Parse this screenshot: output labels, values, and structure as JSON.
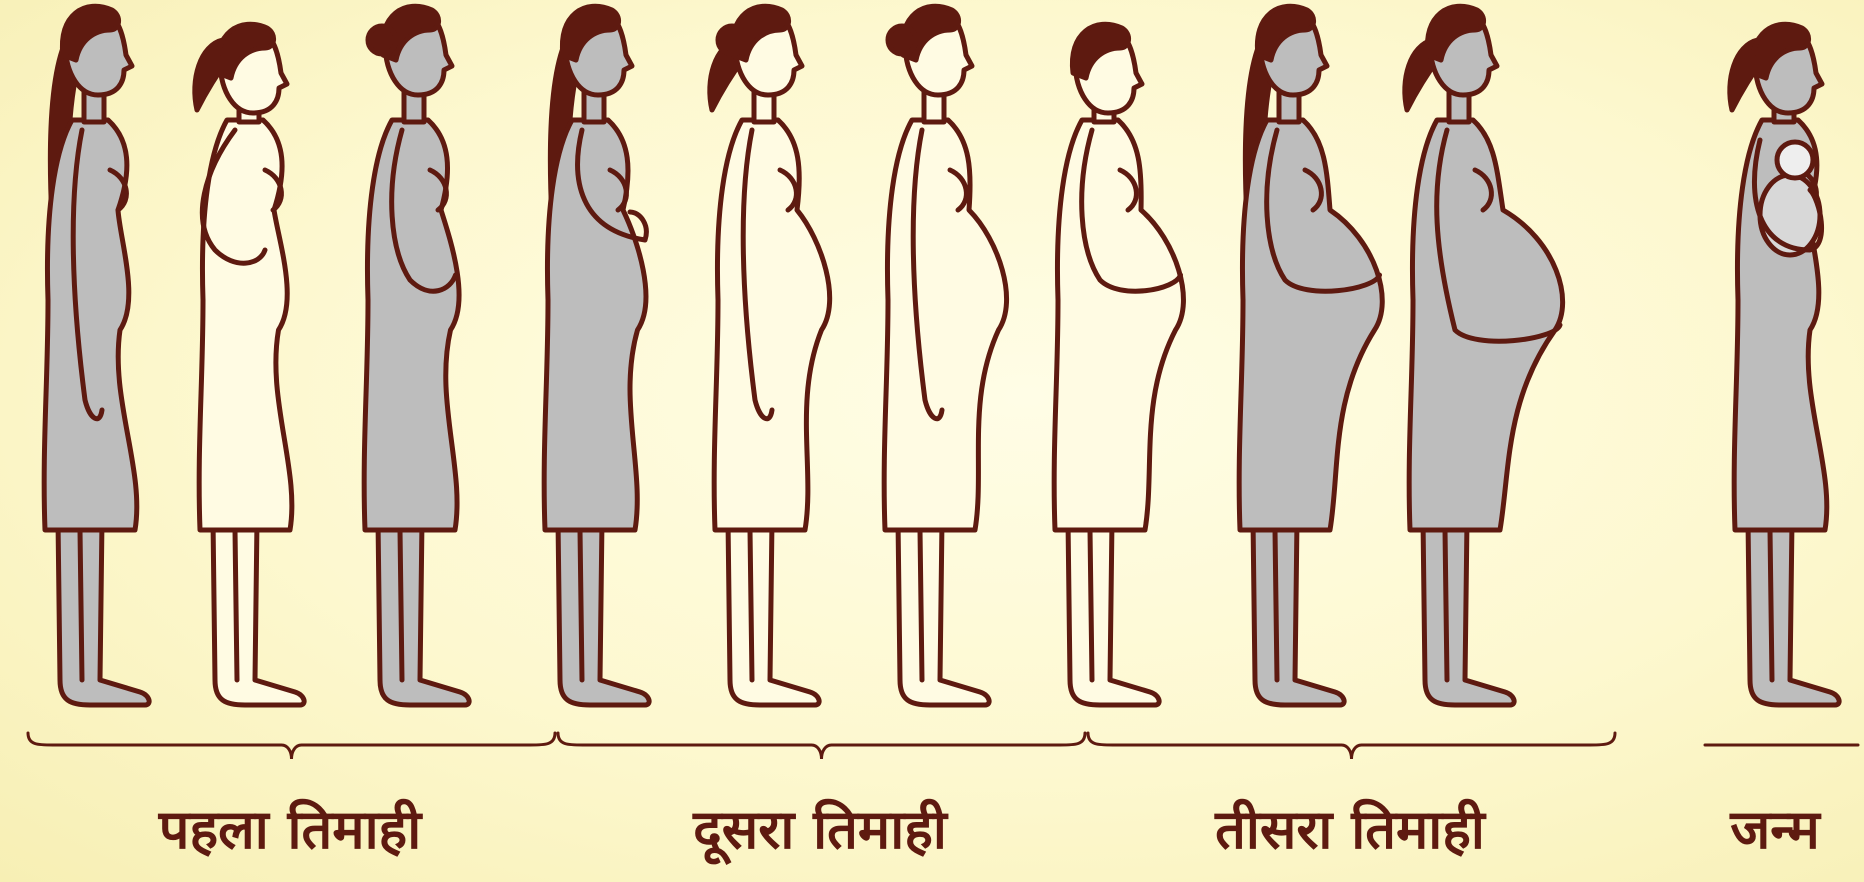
{
  "stages": [
    {
      "id": "first",
      "label": "पहला तिमाही"
    },
    {
      "id": "second",
      "label": "दूसरा तिमाही"
    },
    {
      "id": "third",
      "label": "तीसरा तिमाही"
    },
    {
      "id": "birth",
      "label": "जन्म"
    }
  ],
  "colors": {
    "outline": "#5e1a10",
    "fill_gray": "#bdbdbd",
    "fill_cream": "#fffbe3",
    "background": "#fdf8cf"
  },
  "figures": [
    {
      "name": "figure-woman-1",
      "fill": "gray",
      "bump": 0,
      "hair": "long",
      "pose": "standing"
    },
    {
      "name": "figure-woman-2",
      "fill": "cream",
      "bump": 0.05,
      "hair": "ponytail",
      "pose": "hand-on-hip"
    },
    {
      "name": "figure-woman-3",
      "fill": "gray",
      "bump": 0.15,
      "hair": "bun",
      "pose": "hand-on-belly"
    },
    {
      "name": "figure-woman-4",
      "fill": "gray",
      "bump": 0.25,
      "hair": "long",
      "pose": "arms-crossed"
    },
    {
      "name": "figure-woman-5",
      "fill": "cream",
      "bump": 0.45,
      "hair": "messy-bun",
      "pose": "standing"
    },
    {
      "name": "figure-woman-6",
      "fill": "cream",
      "bump": 0.55,
      "hair": "bun",
      "pose": "standing"
    },
    {
      "name": "figure-woman-7",
      "fill": "cream",
      "bump": 0.65,
      "hair": "short",
      "pose": "hand-on-belly"
    },
    {
      "name": "figure-woman-8",
      "fill": "gray",
      "bump": 0.85,
      "hair": "long",
      "pose": "hands-on-belly"
    },
    {
      "name": "figure-woman-9",
      "fill": "gray",
      "bump": 1.0,
      "hair": "ponytail",
      "pose": "hand-under-belly"
    },
    {
      "name": "figure-mother-with-baby",
      "fill": "gray",
      "bump": 0,
      "hair": "ponytail",
      "pose": "holding-baby"
    }
  ]
}
